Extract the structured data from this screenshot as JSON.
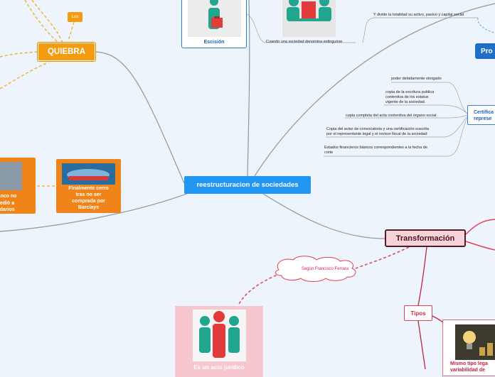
{
  "central": {
    "label": "reestructuracion de sociedades"
  },
  "quiebra": {
    "label": "QUIEBRA",
    "los": "Los"
  },
  "escision": {
    "label": "Escisión"
  },
  "orange_cards": {
    "left": {
      "label_lines": [
        "anco no",
        "edió a",
        "darios"
      ]
    },
    "right": {
      "label_lines": [
        "Finalmente cerro",
        "tras no ser",
        "comprada por",
        "Barclays"
      ]
    }
  },
  "texts": {
    "divide": "Y divide la totalidad su activo, pasivo y capital social",
    "extinguirse": "Cuando una sociedad denomina extinguirse",
    "poder": "poder debidamente otorgado",
    "copia_escritura": [
      "copia de la escritura publica",
      "contentiva de los estatus",
      "vigente de la sociedad."
    ],
    "copia_acta": "copia completa del acta contentiva del órgano social",
    "copia_aviso": [
      "Copia del aviso de convocatoria y una certificación suscrita",
      "por el representante legal y el revisor fiscal de la sociedad"
    ],
    "estados": [
      "Estados financieros básicos correspondientes a la fecha de",
      "corte"
    ]
  },
  "prod": {
    "label": "Pro"
  },
  "cert": {
    "label_lines": [
      "Certifica",
      "represe"
    ]
  },
  "transformacion": {
    "label": "Transformación",
    "cloud": "Según Francisco Ferrara"
  },
  "tipos": {
    "label": "Tipos"
  },
  "mismo": {
    "label_lines": [
      "Mismo tipo lega",
      "variabilidad de"
    ]
  },
  "acto": {
    "label": "Es un acto jurídico"
  },
  "colors": {
    "blue": "#2196f3",
    "orange": "#f39c12",
    "pink": "#e0405d",
    "maroon": "#4d1f2a"
  }
}
